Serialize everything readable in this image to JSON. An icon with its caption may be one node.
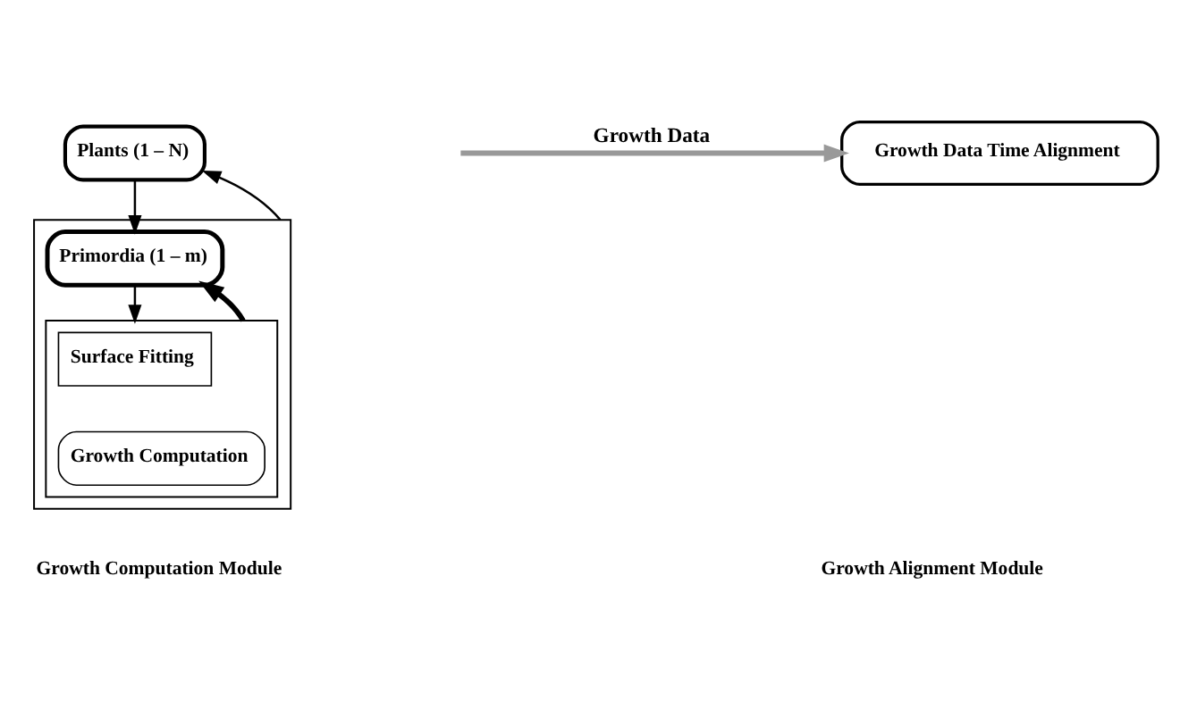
{
  "diagram": {
    "nodes": [
      {
        "text": [
          "Plants (1 – N)"
        ]
      },
      {
        "text": [],
        "shape": "box"
      },
      {
        "text": [
          "Primordia (1 – m)"
        ],
        "in": 1
      },
      {
        "text": [],
        "shape": "box",
        "in": 1
      },
      {
        "text": [
          "Surface Fitting"
        ],
        "in": 3
      },
      {
        "text": [
          "Growth Computation"
        ],
        "in": 3
      },
      {
        "text": [
          "Growth Data Time Alignment"
        ]
      }
    ],
    "edges": [
      {
        "from": 0,
        "to": 2,
        "arrow": "to"
      },
      {
        "from": 2,
        "to": 3,
        "arrow": "to"
      },
      {
        "from": 3,
        "to": 2,
        "arrow": "to",
        "style": "thick"
      },
      {
        "from": 1,
        "to": 0,
        "arrow": "to"
      },
      {
        "from": null,
        "to": 6,
        "arrow": "to",
        "label": "Growth Data",
        "style": "thick",
        "color": "#999999"
      }
    ],
    "labels": [
      "Growth Computation Module",
      "Growth Alignment Module"
    ]
  }
}
